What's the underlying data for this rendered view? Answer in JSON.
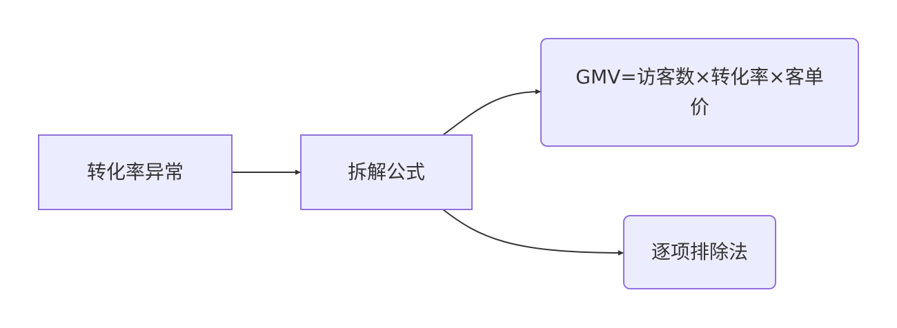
{
  "diagram": {
    "nodes": {
      "anomaly": "转化率异常",
      "formula": "拆解公式",
      "gmv": "GMV=访客数×转化率×客单价",
      "elimination": "逐项排除法"
    }
  }
}
